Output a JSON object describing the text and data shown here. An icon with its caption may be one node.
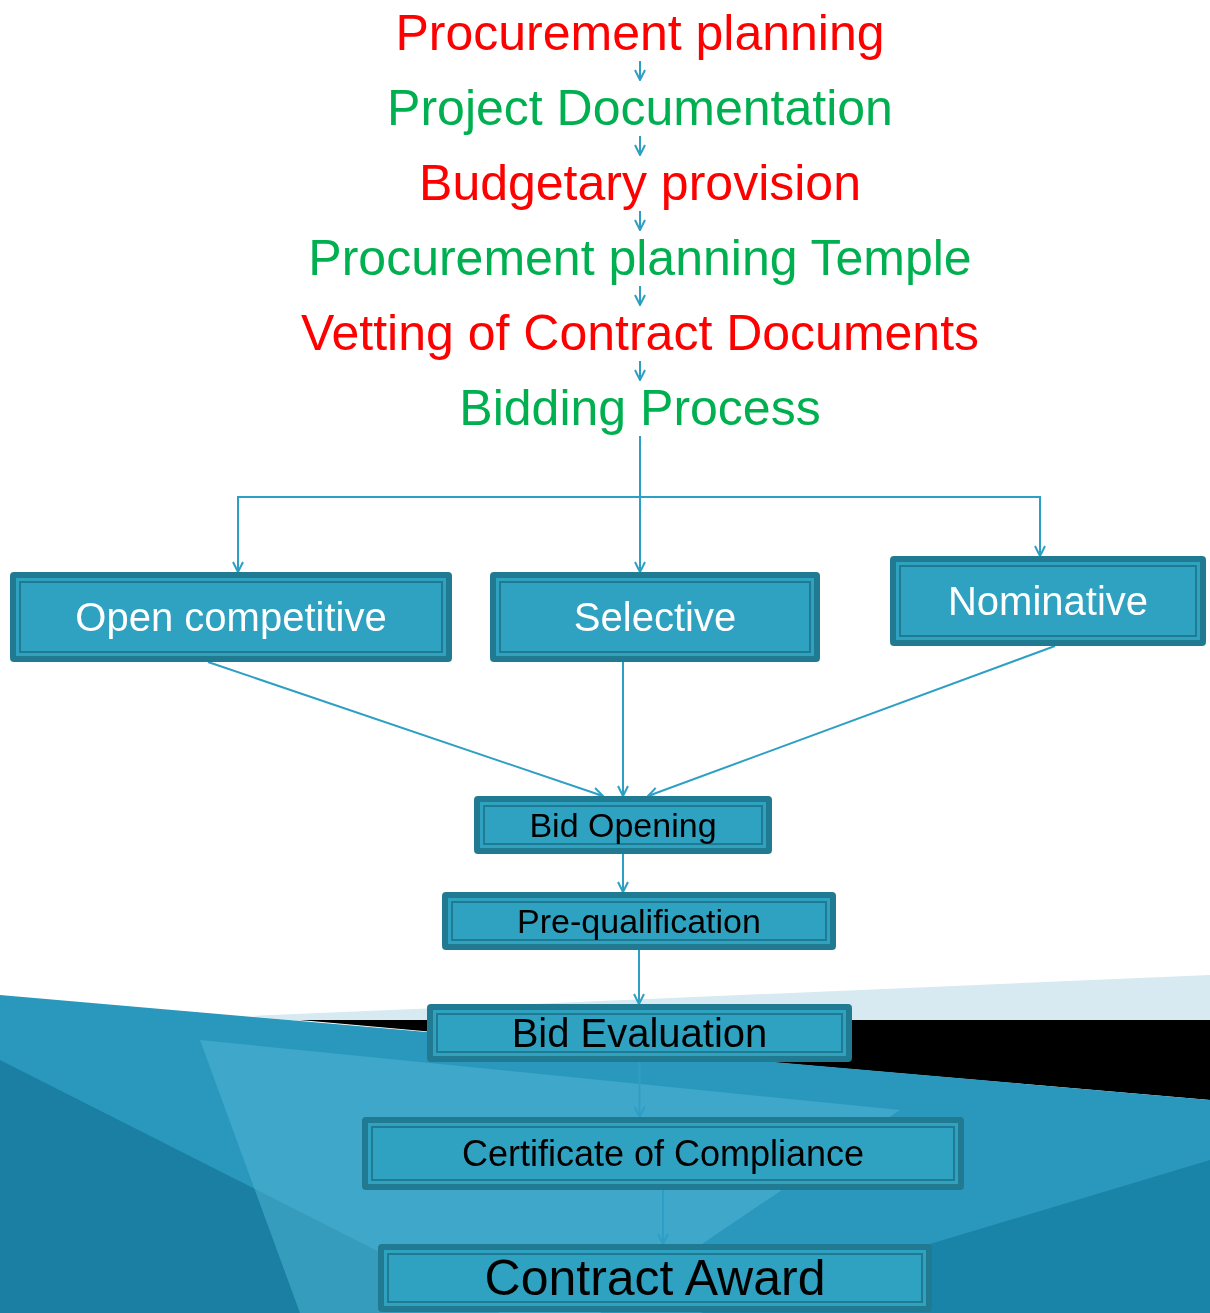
{
  "diagram": {
    "nodes": [
      {
        "text": [
          "Procurement planning"
        ]
      },
      {
        "text": [
          "Project  Documentation"
        ]
      },
      {
        "text": [
          "Budgetary provision"
        ]
      },
      {
        "text": [
          "Procurement planning Temple"
        ]
      },
      {
        "text": [
          "Vetting of Contract Documents"
        ]
      },
      {
        "text": [
          "Bidding Process"
        ]
      },
      {
        "text": [
          "Open competitive"
        ]
      },
      {
        "text": [
          "Selective"
        ]
      },
      {
        "text": [
          "Nominative"
        ]
      },
      {
        "text": [
          "Bid Opening"
        ]
      },
      {
        "text": [
          "Pre-qualification"
        ]
      },
      {
        "text": [
          "Bid Evaluation"
        ]
      },
      {
        "text": [
          "Certificate of Compliance"
        ]
      },
      {
        "text": [
          "Contract Award"
        ]
      }
    ],
    "edges": [
      {
        "from": 0,
        "to": 1,
        "arrow": "to"
      },
      {
        "from": 1,
        "to": 2,
        "arrow": "to"
      },
      {
        "from": 2,
        "to": 3,
        "arrow": "to"
      },
      {
        "from": 3,
        "to": 4,
        "arrow": "to"
      },
      {
        "from": 4,
        "to": 5,
        "arrow": "to"
      },
      {
        "from": 5,
        "to": 6,
        "arrow": "to"
      },
      {
        "from": 5,
        "to": 7,
        "arrow": "to"
      },
      {
        "from": 5,
        "to": 8,
        "arrow": "to"
      },
      {
        "from": 6,
        "to": 9,
        "arrow": "to"
      },
      {
        "from": 7,
        "to": 9,
        "arrow": "to"
      },
      {
        "from": 8,
        "to": 9,
        "arrow": "to"
      },
      {
        "from": 9,
        "to": 10,
        "arrow": "to"
      },
      {
        "from": 10,
        "to": 11,
        "arrow": "to"
      },
      {
        "from": 11,
        "to": 12,
        "arrow": "to"
      },
      {
        "from": 12,
        "to": 13,
        "arrow": "to"
      }
    ]
  }
}
